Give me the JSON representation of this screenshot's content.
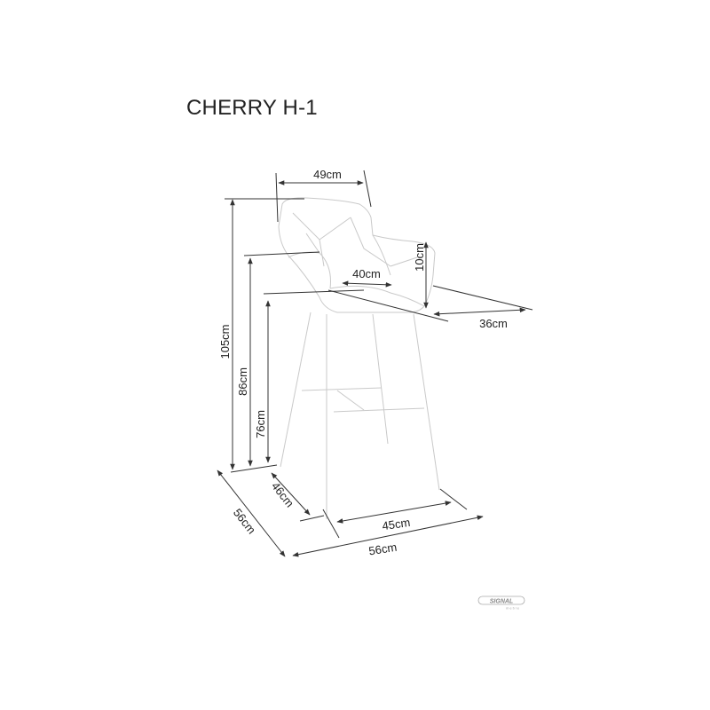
{
  "title": "CHERRY H-1",
  "dimensions": {
    "back_width": "49cm",
    "total_height": "105cm",
    "armrest_height": "86cm",
    "seat_height": "76cm",
    "armrest_above_seat": "10cm",
    "seat_width": "40cm",
    "seat_depth": "36cm",
    "leg_depth": "46cm",
    "leg_width": "45cm",
    "total_depth": "56cm",
    "total_width": "56cm"
  },
  "logo": {
    "brand": "SIGNAL",
    "sub": "meble"
  },
  "colors": {
    "line": "#333333",
    "chair": "#c9c9c9"
  }
}
